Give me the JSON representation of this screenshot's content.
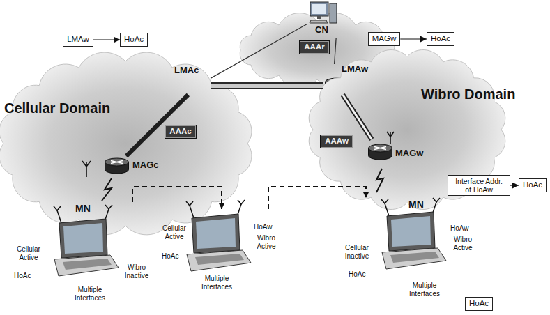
{
  "diagram": {
    "nodes": [
      {
        "text": [
          "CN"
        ]
      },
      {
        "text": [
          "LMAw"
        ]
      },
      {
        "text": [
          "HoAc"
        ]
      },
      {
        "text": [
          "AAAr"
        ]
      },
      {
        "text": [
          "MAGw"
        ]
      },
      {
        "text": [
          "HoAc"
        ]
      },
      {
        "text": [
          "LMAc"
        ]
      },
      {
        "text": [
          "LMAw"
        ]
      },
      {
        "text": [
          "Cellular Domain"
        ]
      },
      {
        "text": [
          "AAAc"
        ],
        "in": 8
      },
      {
        "text": [
          "MAGc"
        ],
        "in": 8
      },
      {
        "text": [
          "Wibro Domain"
        ]
      },
      {
        "text": [
          "AAAw"
        ],
        "in": 11
      },
      {
        "text": [
          "MAGw"
        ],
        "in": 11
      },
      {
        "text": [
          "Interface Addr. of HoAw"
        ]
      },
      {
        "text": [
          "HoAc"
        ]
      },
      {
        "text": [
          "MN",
          "Cellular Active",
          "HoAc",
          "Wibro Inactive",
          "Multiple Interfaces"
        ]
      },
      {
        "text": [
          "Cellular Active",
          "HoAc",
          "HoAw",
          "Wibro Active",
          "Multiple Interfaces"
        ]
      },
      {
        "text": [
          "MN",
          "Cellular Inactive",
          "HoAc",
          "HoAw",
          "Wibro Active",
          "Multiple Interfaces"
        ]
      },
      {
        "text": [
          "HoAc"
        ]
      }
    ],
    "edges": [
      {
        "from": 1,
        "to": 2,
        "arrow": "to"
      },
      {
        "from": 4,
        "to": 5,
        "arrow": "to"
      },
      {
        "from": 14,
        "to": 15,
        "arrow": "to"
      },
      {
        "from": 0,
        "to": 6,
        "arrow": "none"
      },
      {
        "from": 0,
        "to": 7,
        "arrow": "none"
      },
      {
        "from": 6,
        "to": 7,
        "arrow": "none"
      },
      {
        "from": 6,
        "to": 10,
        "arrow": "none"
      },
      {
        "from": 7,
        "to": 13,
        "arrow": "none"
      },
      {
        "from": 16,
        "to": 17,
        "arrow": "to"
      },
      {
        "from": 17,
        "to": 18,
        "arrow": "to"
      }
    ]
  }
}
